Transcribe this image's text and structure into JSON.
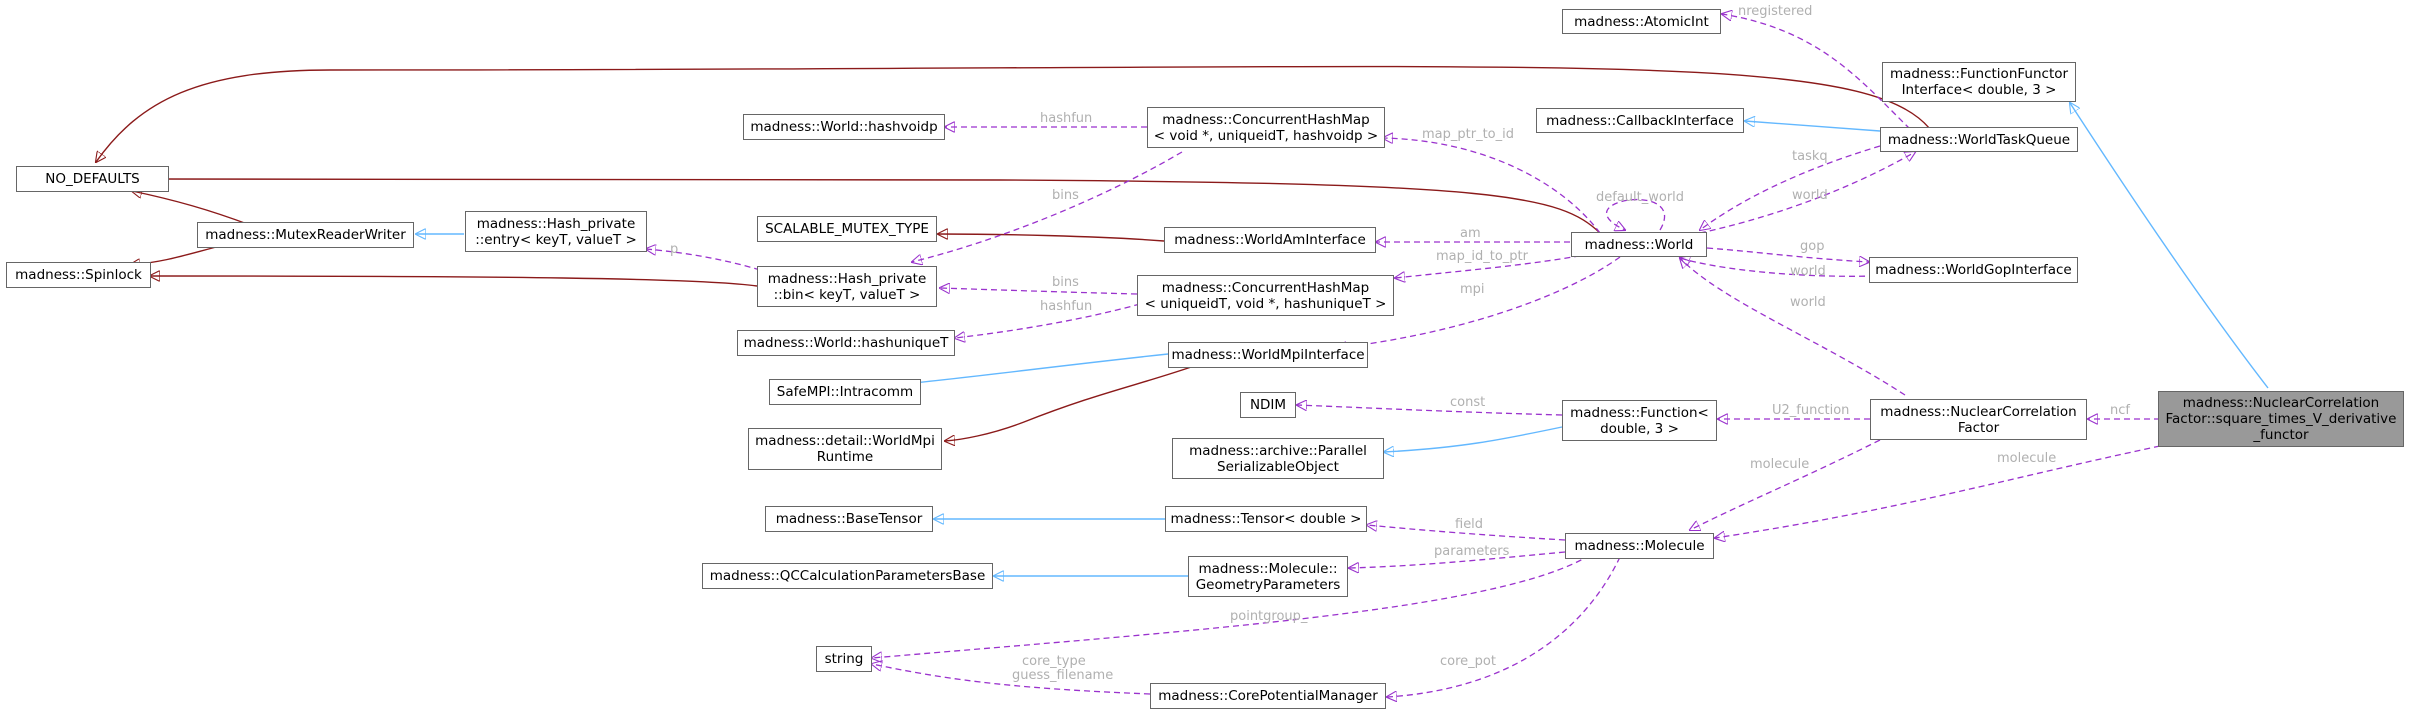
{
  "colors": {
    "inherit_public": "#63b8ff",
    "inherit_protected": "#8b1a1a",
    "usage": "#9a32cd",
    "label": "#b0b0b0",
    "focus_fill": "#999999"
  },
  "nodes": {
    "focus": [
      "madness::NuclearCorrelation",
      "Factor::square_times_V_derivative",
      "_functor"
    ],
    "function_functor": [
      "madness::FunctionFunctor",
      "Interface< double, 3 >"
    ],
    "atomic_int": [
      "madness::AtomicInt"
    ],
    "callback_interface": [
      "madness::CallbackInterface"
    ],
    "world_task_queue": [
      "madness::WorldTaskQueue"
    ],
    "no_defaults": [
      "NO_DEFAULTS"
    ],
    "spinlock": [
      "madness::Spinlock"
    ],
    "mutex_rw": [
      "madness::MutexReaderWriter"
    ],
    "world_hashvoidp": [
      "madness::World::hashvoidp"
    ],
    "chm_void": [
      "madness::ConcurrentHashMap",
      "< void *, uniqueidT, hashvoidp >"
    ],
    "hash_entry": [
      "madness::Hash_private",
      "::entry< keyT, valueT >"
    ],
    "scalable_mutex": [
      "SCALABLE_MUTEX_TYPE"
    ],
    "world_am": [
      "madness::WorldAmInterface"
    ],
    "world": [
      "madness::World"
    ],
    "world_gop": [
      "madness::WorldGopInterface"
    ],
    "hash_bin": [
      "madness::Hash_private",
      "::bin< keyT, valueT >"
    ],
    "chm_unique": [
      "madness::ConcurrentHashMap",
      "< uniqueidT, void *, hashuniqueT >"
    ],
    "world_hashunique": [
      "madness::World::hashuniqueT"
    ],
    "world_mpi": [
      "madness::WorldMpiInterface"
    ],
    "intracomm": [
      "SafeMPI::Intracomm"
    ],
    "world_mpi_runtime": [
      "madness::detail::WorldMpi",
      "Runtime"
    ],
    "ndim": [
      "NDIM"
    ],
    "function3": [
      "madness::Function<",
      "double, 3 >"
    ],
    "ncf": [
      "madness::NuclearCorrelation",
      "Factor"
    ],
    "parallel_ser": [
      "madness::archive::Parallel",
      "SerializableObject"
    ],
    "base_tensor": [
      "madness::BaseTensor"
    ],
    "tensor_double": [
      "madness::Tensor< double >"
    ],
    "molecule": [
      "madness::Molecule"
    ],
    "qc_params": [
      "madness::QCCalculationParametersBase"
    ],
    "geom_params": [
      "madness::Molecule::",
      "GeometryParameters"
    ],
    "string": [
      "string"
    ],
    "core_pot_mgr": [
      "madness::CorePotentialManager"
    ]
  },
  "edge_labels": {
    "nregistered": "nregistered",
    "map_ptr_to_id": "map_ptr_to_id",
    "hashfun_1": "hashfun",
    "bins_1": "bins",
    "default_world": "default_world",
    "taskq": "taskq",
    "world_1": "world",
    "am": "am",
    "gop": "gop",
    "world_2": "world",
    "p": "p",
    "bins_2": "bins",
    "map_id_to_ptr": "map_id_to_ptr",
    "hashfun_2": "hashfun",
    "mpi": "mpi",
    "world_3": "world",
    "const": "const",
    "u2_function": "U2_function",
    "ncf": "ncf",
    "molecule_1": "molecule",
    "molecule_2": "molecule",
    "field": "field",
    "parameters": "parameters",
    "pointgroup": "pointgroup_",
    "core_type": "core_type",
    "guess_filename": "guess_filename",
    "core_pot": "core_pot"
  }
}
